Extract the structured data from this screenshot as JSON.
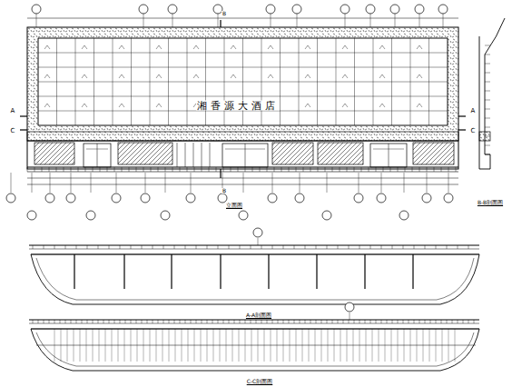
{
  "diagram": {
    "labels": [
      "湘香源大酒店",
      "A",
      "A",
      "C",
      "C",
      "B",
      "B",
      "立面图",
      "B-B剖面图",
      "A-A剖面图",
      "C-C剖面图"
    ]
  }
}
